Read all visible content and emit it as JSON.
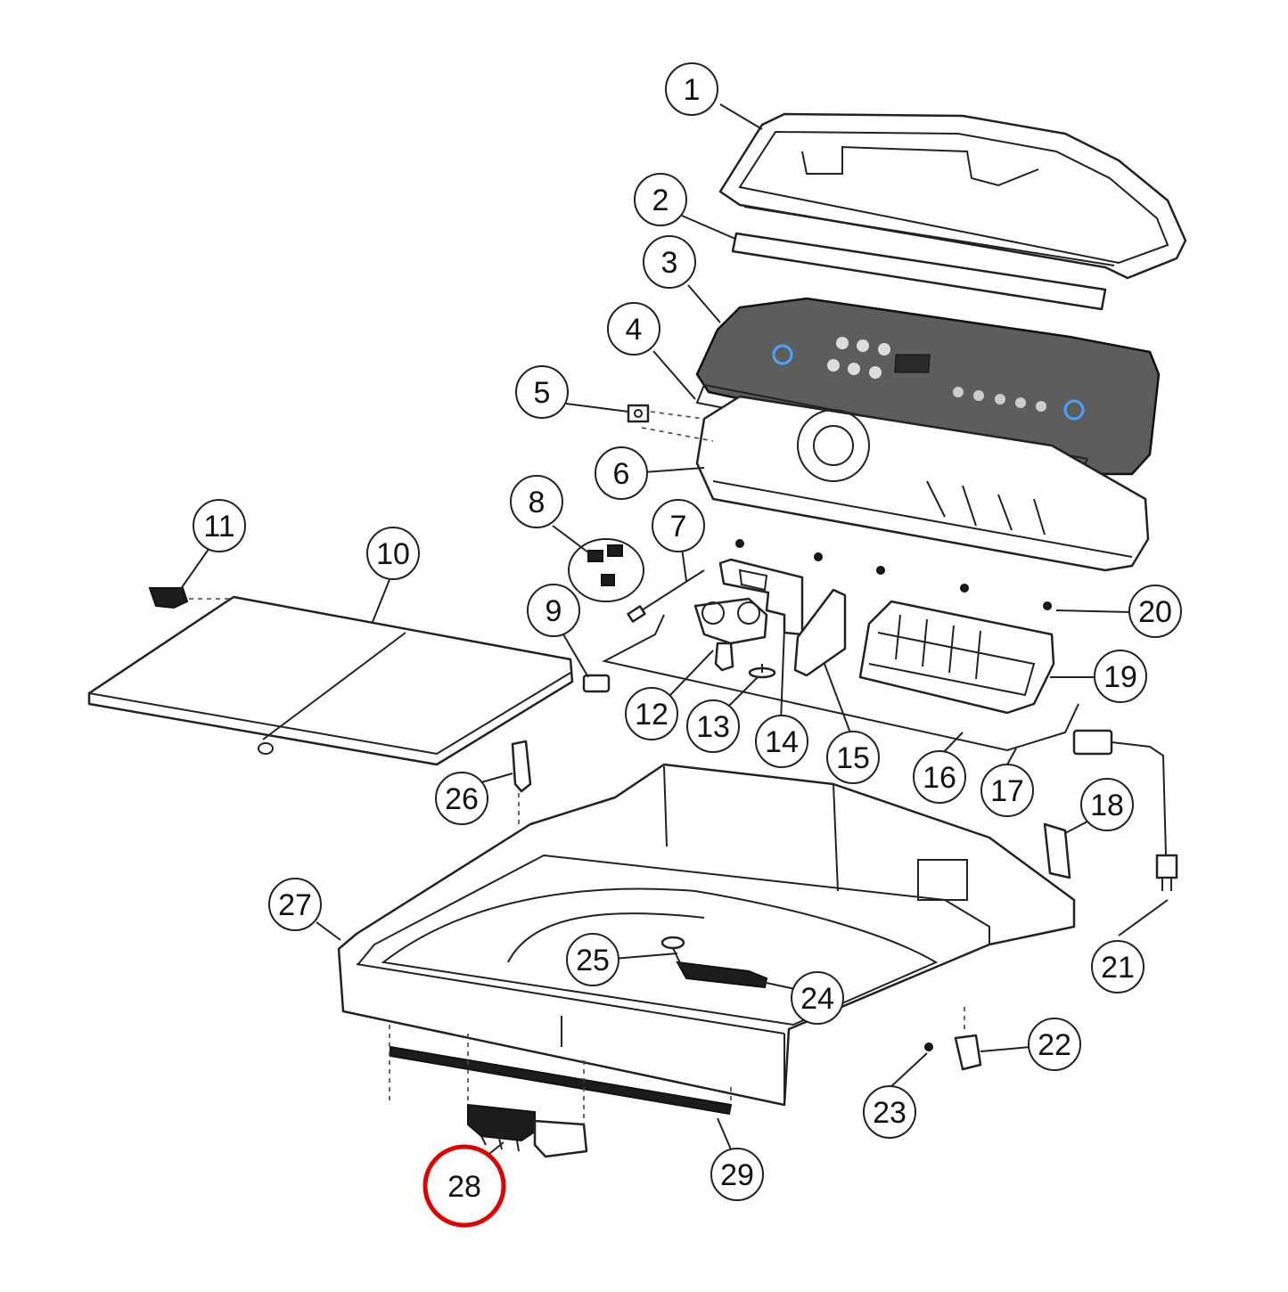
{
  "diagram": {
    "highlighted_callout": "28",
    "highlight_color": "#e00000"
  },
  "callouts": [
    {
      "label": "1"
    },
    {
      "label": "2"
    },
    {
      "label": "3"
    },
    {
      "label": "4"
    },
    {
      "label": "5"
    },
    {
      "label": "6"
    },
    {
      "label": "7"
    },
    {
      "label": "8"
    },
    {
      "label": "9"
    },
    {
      "label": "10"
    },
    {
      "label": "11"
    },
    {
      "label": "12"
    },
    {
      "label": "13"
    },
    {
      "label": "14"
    },
    {
      "label": "15"
    },
    {
      "label": "16"
    },
    {
      "label": "17"
    },
    {
      "label": "18"
    },
    {
      "label": "19"
    },
    {
      "label": "20"
    },
    {
      "label": "21"
    },
    {
      "label": "22"
    },
    {
      "label": "23"
    },
    {
      "label": "24"
    },
    {
      "label": "25"
    },
    {
      "label": "26"
    },
    {
      "label": "27"
    },
    {
      "label": "28"
    },
    {
      "label": "29"
    }
  ]
}
